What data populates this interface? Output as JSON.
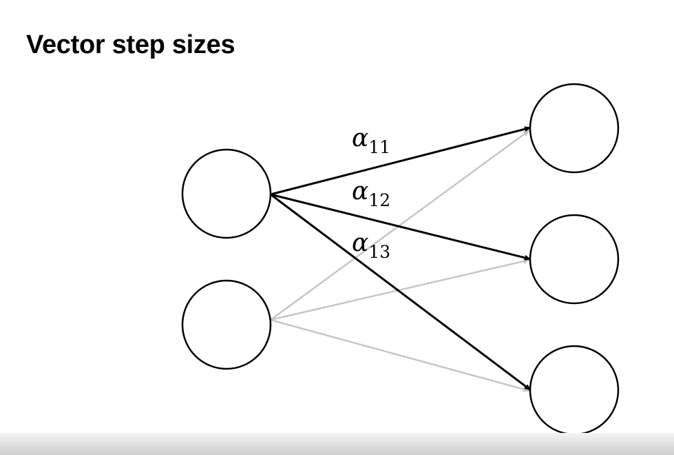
{
  "slide": {
    "title": "Vector step sizes"
  },
  "diagram": {
    "input_nodes": [
      {
        "id": "in-1"
      },
      {
        "id": "in-2"
      }
    ],
    "output_nodes": [
      {
        "id": "out-1"
      },
      {
        "id": "out-2"
      },
      {
        "id": "out-3"
      }
    ],
    "highlighted_edges": [
      {
        "from": "in-1",
        "to": "out-1",
        "symbol": "α",
        "subscript": "11"
      },
      {
        "from": "in-1",
        "to": "out-2",
        "symbol": "α",
        "subscript": "12"
      },
      {
        "from": "in-1",
        "to": "out-3",
        "symbol": "α",
        "subscript": "13"
      }
    ],
    "faded_edges": [
      {
        "from": "in-2",
        "to": "out-1"
      },
      {
        "from": "in-2",
        "to": "out-2"
      },
      {
        "from": "in-2",
        "to": "out-3"
      }
    ],
    "colors": {
      "highlighted_edge": "#000000",
      "faded_edge": "#c6c6c6",
      "node_stroke": "#000000",
      "node_fill": "#ffffff"
    }
  }
}
